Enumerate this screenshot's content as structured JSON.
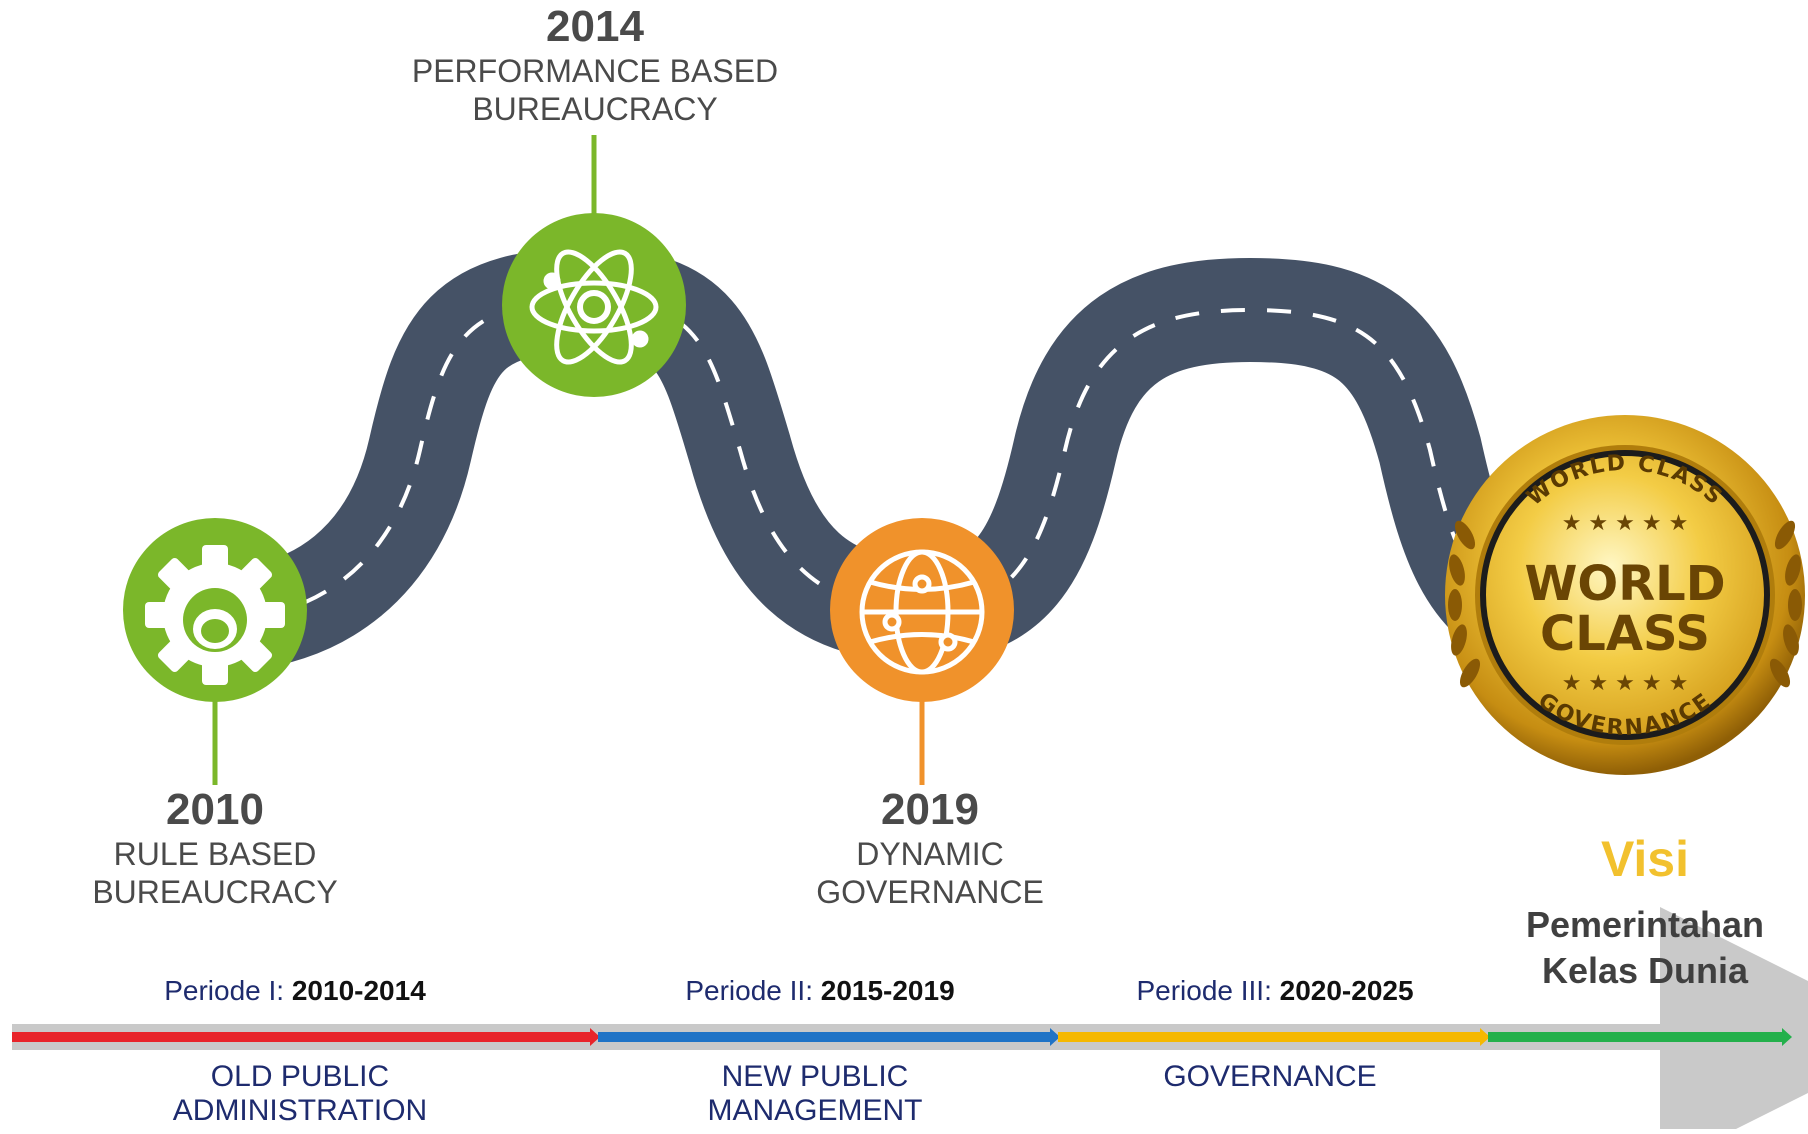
{
  "milestones": [
    {
      "year": "2010",
      "label": "RULE BASED BUREAUCRACY",
      "label_lines": [
        "RULE BASED",
        "BUREAUCRACY"
      ],
      "icon": "gear-icon",
      "color": "#7bb72a"
    },
    {
      "year": "2014",
      "label": "PERFORMANCE BASED BUREAUCRACY",
      "label_lines": [
        "PERFORMANCE BASED",
        "BUREAUCRACY"
      ],
      "icon": "atom-icon",
      "color": "#7bb72a"
    },
    {
      "year": "2019",
      "label": "DYNAMIC GOVERNANCE",
      "label_lines": [
        "DYNAMIC",
        "GOVERNANCE"
      ],
      "icon": "globe-icon",
      "color": "#f0922b"
    }
  ],
  "badge": {
    "top_text": "WORLD CLASS",
    "center_line1": "WORLD",
    "center_line2": "CLASS",
    "bottom_text": "GOVERNANCE",
    "icon": "world-class-badge-icon"
  },
  "visi": {
    "title": "Visi",
    "line1": "Pemerintahan",
    "line2": "Kelas Dunia"
  },
  "periods": [
    {
      "prefix": "Periode I: ",
      "range": "2010-2014"
    },
    {
      "prefix": "Periode II: ",
      "range": "2015-2019"
    },
    {
      "prefix": "Periode III: ",
      "range": "2020-2025"
    }
  ],
  "eras": [
    {
      "line1": "OLD PUBLIC",
      "line2": "ADMINISTRATION"
    },
    {
      "line1": "NEW PUBLIC",
      "line2": "MANAGEMENT"
    },
    {
      "line1": "GOVERNANCE",
      "line2": ""
    }
  ],
  "timeline_colors": [
    "#e8242a",
    "#1f73c6",
    "#f5b800",
    "#23b04b"
  ],
  "colors": {
    "road": "#455266",
    "green": "#7bb72a",
    "orange": "#f0922b",
    "gold": "#d9a521"
  }
}
